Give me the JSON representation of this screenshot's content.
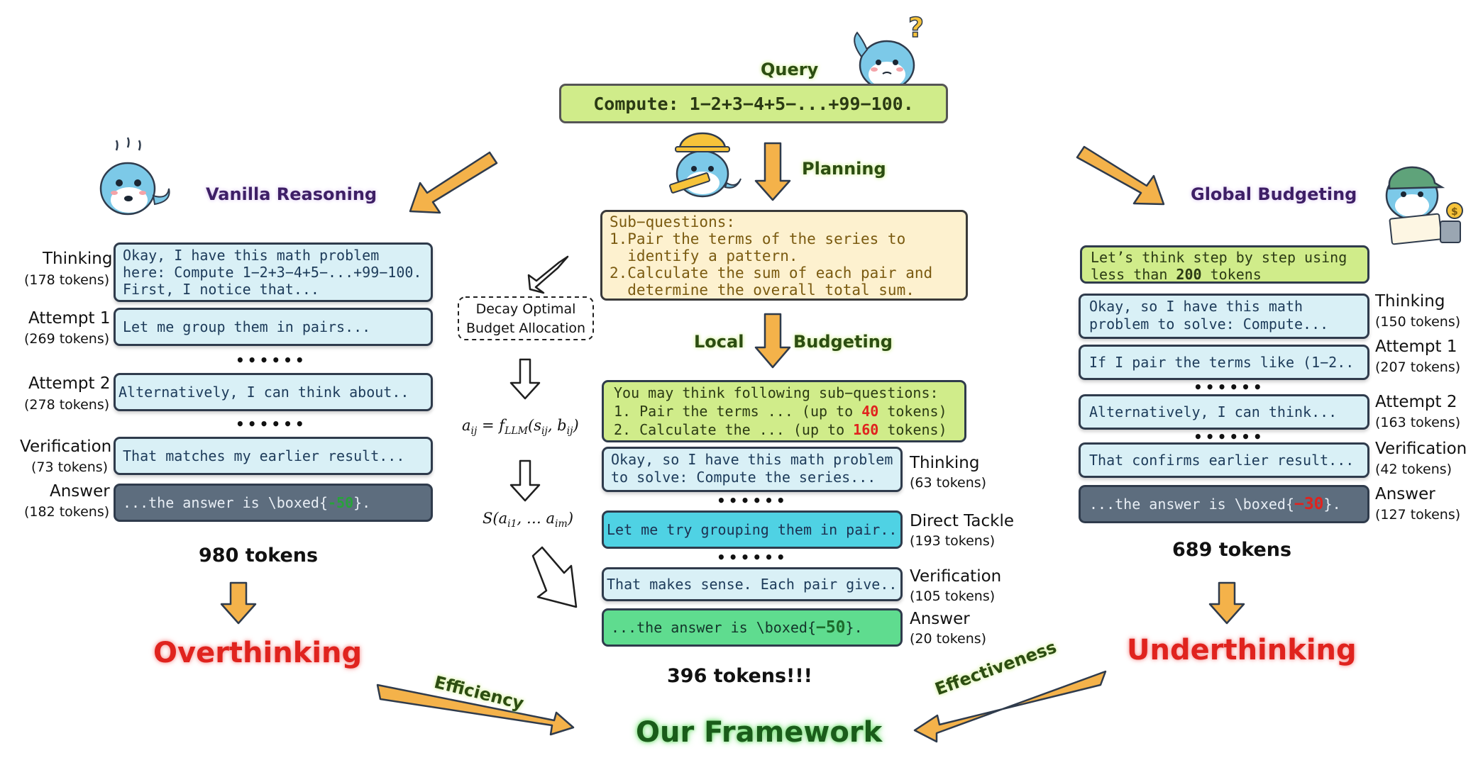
{
  "query": {
    "label": "Query",
    "text": "Compute: 1−2+3−4+5−...+99−100."
  },
  "planning": {
    "label": "Planning"
  },
  "subq": {
    "l1": "Sub−questions:",
    "l2": "1.Pair the terms of the series to",
    "l3": "  identify a pattern.",
    "l4": "2.Calculate the sum of each pair and",
    "l5": "  determine the overall total sum."
  },
  "local": {
    "w1": "Local",
    "w2": "Budgeting"
  },
  "decay": {
    "l1": "Decay Optimal",
    "l2": "Budget Allocation"
  },
  "math": {
    "f1a": "a",
    "f1b": "ij",
    "f1c": " = f",
    "f1d": "LLM",
    "f1e": "(s",
    "f1f": "ij",
    "f1g": ", b",
    "f1h": "ij",
    "f1i": ")",
    "f2a": "S(a",
    "f2b": "i1",
    "f2c": ", … a",
    "f2d": "im",
    "f2e": ")"
  },
  "vanilla": {
    "title": "Vanilla Reasoning",
    "thinking": {
      "label": "Thinking",
      "tokens": "(178 tokens)",
      "l1": "Okay, I have this math problem",
      "l2": "here: Compute 1−2+3−4+5−...+99−100.",
      "l3": "First, I notice that..."
    },
    "attempt1": {
      "label": "Attempt  1",
      "tokens": "(269 tokens)",
      "text": "Let me group them in pairs..."
    },
    "dots1": "••••••",
    "attempt2": {
      "label": "Attempt  2",
      "tokens": "(278 tokens)",
      "text": "Alternatively, I can think about.."
    },
    "dots2": "••••••",
    "verification": {
      "label": "Verification",
      "tokens": "(73 tokens)",
      "text": "That matches my earlier result..."
    },
    "answer": {
      "label": "Answer",
      "tokens": "(182 tokens)",
      "pre": "...the answer is \\boxed{",
      "val": "-50",
      "post": "}."
    },
    "total": "980 tokens",
    "outcome": "Overthinking"
  },
  "ours": {
    "budget": {
      "l1": "You may think following sub−questions:",
      "l2a": "1. Pair the terms ... (up to ",
      "l2b": "40",
      "l2c": " tokens)",
      "l3a": "2. Calculate the ... (up to ",
      "l3b": "160",
      "l3c": " tokens)"
    },
    "thinking": {
      "label": "Thinking",
      "tokens": "(63 tokens)",
      "l1": "Okay, so I have this math problem",
      "l2": "to solve: Compute the series..."
    },
    "dots1": "••••••",
    "direct": {
      "label": "Direct Tackle",
      "tokens": "(193 tokens)",
      "text": "Let me try grouping them in pair.."
    },
    "dots2": "••••••",
    "verification": {
      "label": "Verification",
      "tokens": "(105 tokens)",
      "text": "That makes sense. Each pair give.."
    },
    "answer": {
      "label": "Answer",
      "tokens": "(20 tokens)",
      "pre": "...the answer is \\boxed{",
      "val": "−50",
      "post": "}."
    },
    "total": "396 tokens!!!",
    "framework": "Our Framework"
  },
  "global": {
    "title": "Global Budgeting",
    "prompt": {
      "l1": "Let’s think step by step using",
      "l2a": "less than ",
      "l2b": "200",
      "l2c": " tokens"
    },
    "thinking": {
      "label": "Thinking",
      "tokens": "(150 tokens)",
      "l1": "Okay, so I have this math",
      "l2": "problem to solve: Compute..."
    },
    "attempt1": {
      "label": "Attempt 1",
      "tokens": "(207 tokens)",
      "text": "If I pair the terms like (1−2.."
    },
    "dots1": "••••••",
    "attempt2": {
      "label": "Attempt 2",
      "tokens": "(163 tokens)",
      "text": "Alternatively, I can think..."
    },
    "dots2": "••••••",
    "verification": {
      "label": "Verification",
      "tokens": "(42 tokens)",
      "text": "That confirms earlier result..."
    },
    "answer": {
      "label": "Answer",
      "tokens": "(127 tokens)",
      "pre": "...the answer is \\boxed{",
      "val": "−30",
      "post": "}."
    },
    "total": "689 tokens",
    "outcome": "Underthinking"
  },
  "edges": {
    "efficiency": "Efficiency",
    "effectiveness": "Effectiveness"
  },
  "mascots": {
    "query": "confused-whale-icon",
    "planning": "builder-whale-icon",
    "vanilla": "nervous-whale-icon",
    "global": "accountant-whale-icon"
  },
  "colors": {
    "arrow": "#f4b24a",
    "arrow_stroke": "#2f3b4c",
    "overthinking_glow": "#f7a8a8",
    "framework_glow": "#7be37b"
  }
}
